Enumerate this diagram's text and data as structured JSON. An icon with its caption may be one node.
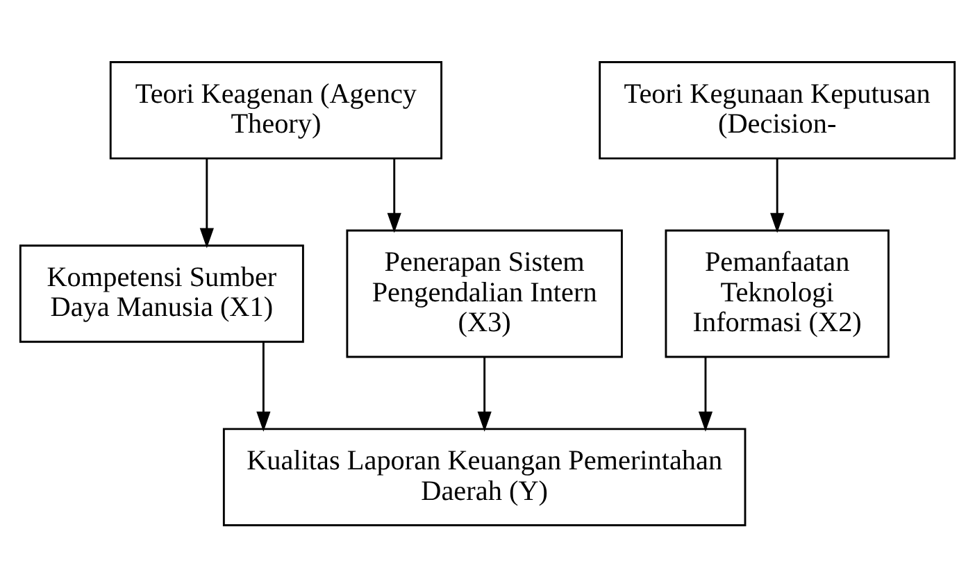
{
  "diagram": {
    "nodes": [
      {
        "text": [
          "Teori Keagenan (Agency Theory)"
        ]
      },
      {
        "text": [
          "Teori Kegunaan Keputusan (Decision-"
        ]
      },
      {
        "text": [
          "Kompetensi Sumber Daya Manusia (X1)"
        ]
      },
      {
        "text": [
          "Penerapan Sistem Pengendalian Intern (X3)"
        ]
      },
      {
        "text": [
          "Pemanfaatan Teknologi Informasi (X2)"
        ]
      },
      {
        "text": [
          "Kualitas Laporan Keuangan Pemerintahan Daerah (Y)"
        ]
      }
    ],
    "edges": [
      {
        "from": 0,
        "to": 2,
        "arrow": "to"
      },
      {
        "from": 0,
        "to": 3,
        "arrow": "to"
      },
      {
        "from": 1,
        "to": 4,
        "arrow": "to"
      },
      {
        "from": 2,
        "to": 5,
        "arrow": "to"
      },
      {
        "from": 3,
        "to": 5,
        "arrow": "to"
      },
      {
        "from": 4,
        "to": 5,
        "arrow": "to"
      }
    ]
  }
}
